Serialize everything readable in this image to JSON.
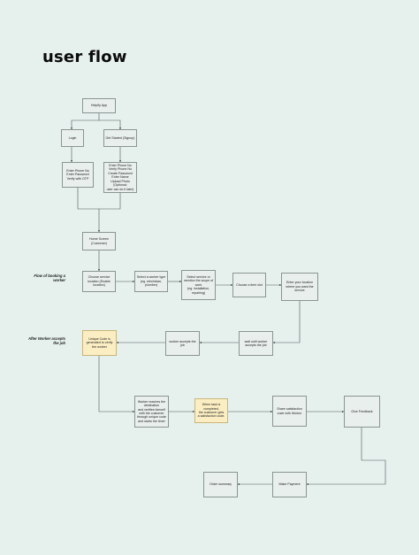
{
  "title": "user flow",
  "labels": {
    "flow_booking": "Flow of booking a\nworker",
    "after_accept": "After Worker accepts\nthe job"
  },
  "nodes": {
    "helpify_app": "Helpify App",
    "login": "Login",
    "get_started": "Get Started (Signup)",
    "login_details": "Enter Phone No\nEnter Password\nVerify with OTP",
    "signup_details": "Enter Phone No\nVerify Phone No\nCreate Password\nEnter Name\nUpload Photo (Optional;\nuser can do it later)",
    "home_screen": "Home Screen\n(Customer)",
    "choose_service": "Choose service\nlocation (Enable\nlocation)",
    "select_worker_type": "Select a worker type\n(eg. electrician,\nplumber)",
    "select_service": "Select service or\nmention the scope of\nwork\n(eg. installation,\nrepairing)",
    "choose_time": "Choose a time slot",
    "enter_location": "Enter your location\nwhere you want the\nservice",
    "wait_worker": "wait until worker\naccepts the job",
    "worker_accepts": "worker accepts the\njob",
    "unique_code": "Unique Code is\ngenerated to verify\nthe worker",
    "worker_reaches": "Worker reaches the\ndestination\nand verifies himself\nwith the customer\nthrough unique code\nand starts the timer",
    "task_completed": "When task is\ncompleted,\nthe customer gets\na satisfaction code.",
    "share_code": "Share satisfaction\ncode with Worker",
    "give_feedback": "Give Feedback",
    "make_payment": "Make Payment",
    "order_summary": "Order summary"
  },
  "colors": {
    "background": "#e6f1ee",
    "node_fill": "#e9efed",
    "node_border": "#8a9593",
    "highlight_fill": "#fbeec3",
    "edge": "#4a5654"
  }
}
